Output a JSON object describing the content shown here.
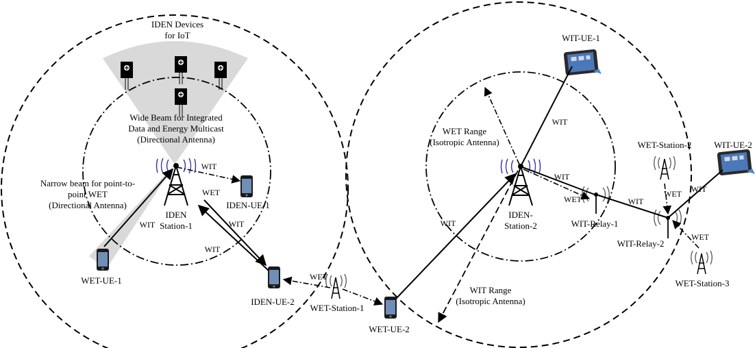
{
  "labels": {
    "iden_devices_1": "IDEN Devices",
    "iden_devices_2": "for IoT",
    "wide_beam_1": "Wide Beam for Integrated",
    "wide_beam_2": "Data and Energy Multicast",
    "wide_beam_3": "(Directional Antenna)",
    "narrow_beam_1": "Narrow beam for point-to-",
    "narrow_beam_2": "point WET",
    "narrow_beam_3": "(Directional Antenna)",
    "wet_range_1": "WET Range",
    "wet_range_2": "(Isotropic Antenna)",
    "wit_range_1": "WIT Range",
    "wit_range_2": "(Isotropic Antenna)"
  },
  "nodes": {
    "iden_station_1_a": "IDEN",
    "iden_station_1_b": "Station-1",
    "iden_station_2_a": "IDEN-",
    "iden_station_2_b": "Station-2",
    "iden_ue_1": "IDEN-UE-1",
    "iden_ue_2": "IDEN-UE-2",
    "wet_ue_1": "WET-UE-1",
    "wet_ue_2": "WET-UE-2",
    "wet_station_1": "WET-Station-1",
    "wet_station_2": "WET-Station-2",
    "wet_station_3": "WET-Station-3",
    "wit_ue_1": "WIT-UE-1",
    "wit_ue_2": "WIT-UE-2",
    "wit_relay_1": "WIT-Relay-1",
    "wit_relay_2": "WIT-Relay-2"
  },
  "link_labels": {
    "wit": "WIT",
    "wet": "WET"
  },
  "colors": {
    "radiation_rings": "#3a3aa8",
    "beam_fill": "#d9d9d9",
    "tablet_screen": "#4a78b8"
  }
}
